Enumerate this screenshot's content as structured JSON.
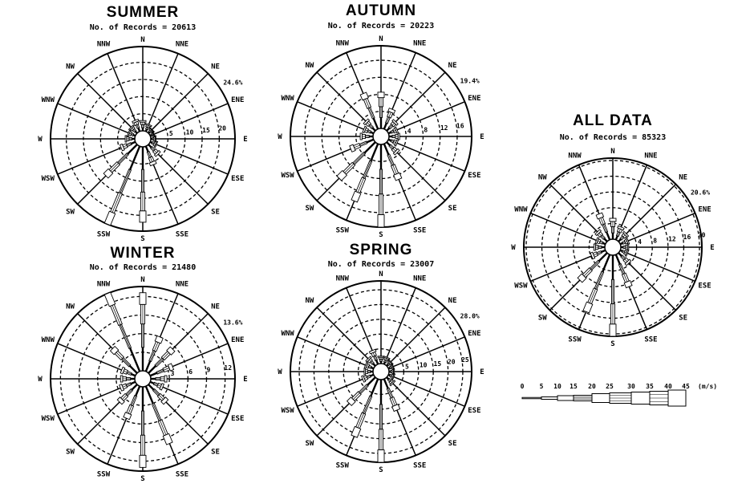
{
  "chart_data": [
    {
      "type": "wind-rose",
      "title": "SUMMER",
      "subtitle": "No. of Records = 20613",
      "max_label": "24.6%",
      "max_pct": 24.6,
      "rings": [
        5,
        10,
        15,
        20
      ],
      "ring_labels": [
        "5",
        "10",
        "15",
        "20"
      ],
      "directions": [
        "N",
        "NNE",
        "NE",
        "ENE",
        "E",
        "ESE",
        "SE",
        "SSE",
        "S",
        "SSW",
        "SW",
        "WSW",
        "W",
        "WNW",
        "NW",
        "NNW"
      ],
      "values_pct": [
        3.0,
        2.2,
        1.5,
        1.2,
        1.5,
        2.0,
        4.0,
        5.8,
        22.0,
        24.6,
        12.9,
        4.5,
        2.8,
        2.2,
        2.5,
        3.5
      ]
    },
    {
      "type": "wind-rose",
      "title": "AUTUMN",
      "subtitle": "No. of Records = 20223",
      "max_label": "19.4%",
      "max_pct": 19.4,
      "rings": [
        4,
        8,
        12,
        16
      ],
      "ring_labels": [
        "4",
        "8",
        "12",
        "16"
      ],
      "directions": [
        "N",
        "NNE",
        "NE",
        "ENE",
        "E",
        "ESE",
        "SE",
        "SSE",
        "S",
        "SSW",
        "SW",
        "WSW",
        "W",
        "WNW",
        "NW",
        "NNW"
      ],
      "values_pct": [
        8.5,
        5.0,
        3.0,
        2.2,
        2.5,
        2.2,
        3.5,
        9.0,
        19.4,
        14.5,
        12.0,
        5.8,
        3.0,
        2.5,
        3.2,
        9.0
      ]
    },
    {
      "type": "wind-rose",
      "title": "WINTER",
      "subtitle": "No. of Records = 21480",
      "max_label": "13.6%",
      "max_pct": 13.6,
      "rings": [
        3,
        6,
        9,
        12
      ],
      "ring_labels": [
        "3",
        "6",
        "9",
        "12"
      ],
      "directions": [
        "N",
        "NNE",
        "NE",
        "ENE",
        "E",
        "ESE",
        "SE",
        "SSE",
        "S",
        "SSW",
        "SW",
        "WSW",
        "W",
        "WNW",
        "NW",
        "NNW"
      ],
      "values_pct": [
        12.6,
        6.0,
        5.5,
        3.9,
        2.6,
        2.2,
        4.0,
        10.0,
        13.0,
        5.6,
        4.0,
        2.6,
        2.3,
        2.4,
        5.6,
        13.6
      ]
    },
    {
      "type": "wind-rose",
      "title": "SPRING",
      "subtitle": "No. of Records = 23007",
      "max_label": "28.0%",
      "max_pct": 28.0,
      "rings": [
        5,
        10,
        15,
        20,
        25
      ],
      "ring_labels": [
        "5",
        "10",
        "15",
        "20",
        "25"
      ],
      "directions": [
        "N",
        "NNE",
        "NE",
        "ENE",
        "E",
        "ESE",
        "SE",
        "SSE",
        "S",
        "SSW",
        "SW",
        "WSW",
        "W",
        "WNW",
        "NW",
        "NNW"
      ],
      "values_pct": [
        2.5,
        2.5,
        2.0,
        1.8,
        1.8,
        2.0,
        3.0,
        11.4,
        28.0,
        21.0,
        12.5,
        4.0,
        3.0,
        3.0,
        3.5,
        5.0
      ]
    },
    {
      "type": "wind-rose",
      "title": "ALL DATA",
      "subtitle": "No. of Records = 85323",
      "max_label": "20.6%",
      "max_pct": 20.6,
      "rings": [
        4,
        8,
        12,
        16,
        20
      ],
      "ring_labels": [
        "4",
        "8",
        "12",
        "16",
        "20"
      ],
      "directions": [
        "N",
        "NNE",
        "NE",
        "ENE",
        "E",
        "ESE",
        "SE",
        "SSE",
        "S",
        "SSW",
        "SW",
        "WSW",
        "W",
        "WNW",
        "NW",
        "NNW"
      ],
      "values_pct": [
        5.3,
        3.5,
        2.8,
        2.2,
        2.0,
        2.0,
        3.7,
        8.8,
        20.6,
        15.7,
        9.8,
        3.8,
        2.8,
        2.5,
        3.5,
        7.1
      ]
    }
  ],
  "speed_legend": {
    "ticks": [
      "0",
      "5",
      "10",
      "15",
      "20",
      "25",
      "30",
      "35",
      "40",
      "45"
    ],
    "unit": "(m/s)"
  }
}
